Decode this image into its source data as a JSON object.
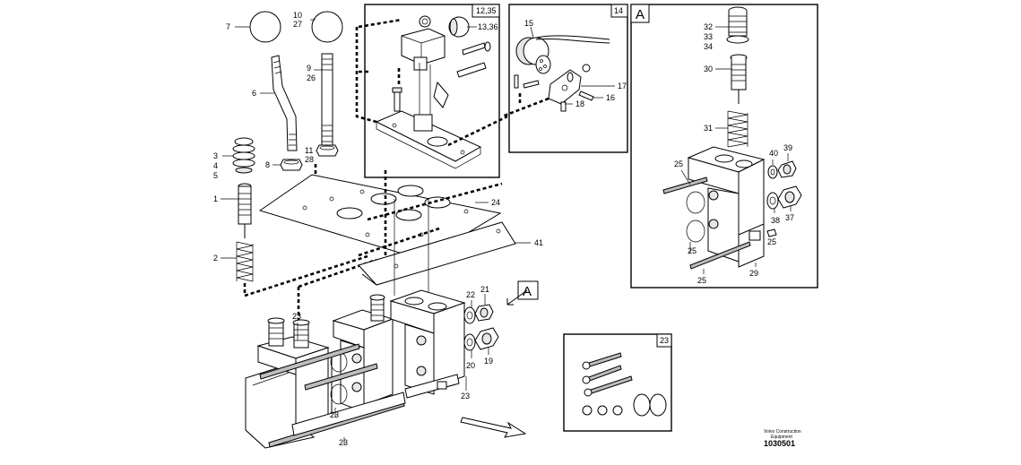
{
  "labels": {
    "l7": "7",
    "l10": "10",
    "l27": "27",
    "l6": "6",
    "l9": "9",
    "l26": "26",
    "l3": "3",
    "l4": "4",
    "l5": "5",
    "l8": "8",
    "l11": "11",
    "l28": "28",
    "l1": "1",
    "l2": "2",
    "l24": "24",
    "l41": "41",
    "l12_35": "12,35",
    "l13_36": "13,36",
    "l14": "14",
    "l15": "15",
    "l17": "17",
    "l16": "16",
    "l18": "18",
    "l22": "22",
    "l21": "21",
    "l20": "20",
    "l19": "19",
    "l23": "23",
    "l32": "32",
    "l33": "33",
    "l34": "34",
    "l30": "30",
    "l31": "31",
    "l25": "25",
    "l40": "40",
    "l39": "39",
    "l38": "38",
    "l37": "37",
    "l29": "29"
  },
  "callouts": {
    "detail_a": "A",
    "detail_a_box": "A",
    "kit": "23"
  },
  "footer": {
    "brand_line1": "Volvo Construction",
    "brand_line2": "Equipment",
    "doc_number": "1030501"
  }
}
